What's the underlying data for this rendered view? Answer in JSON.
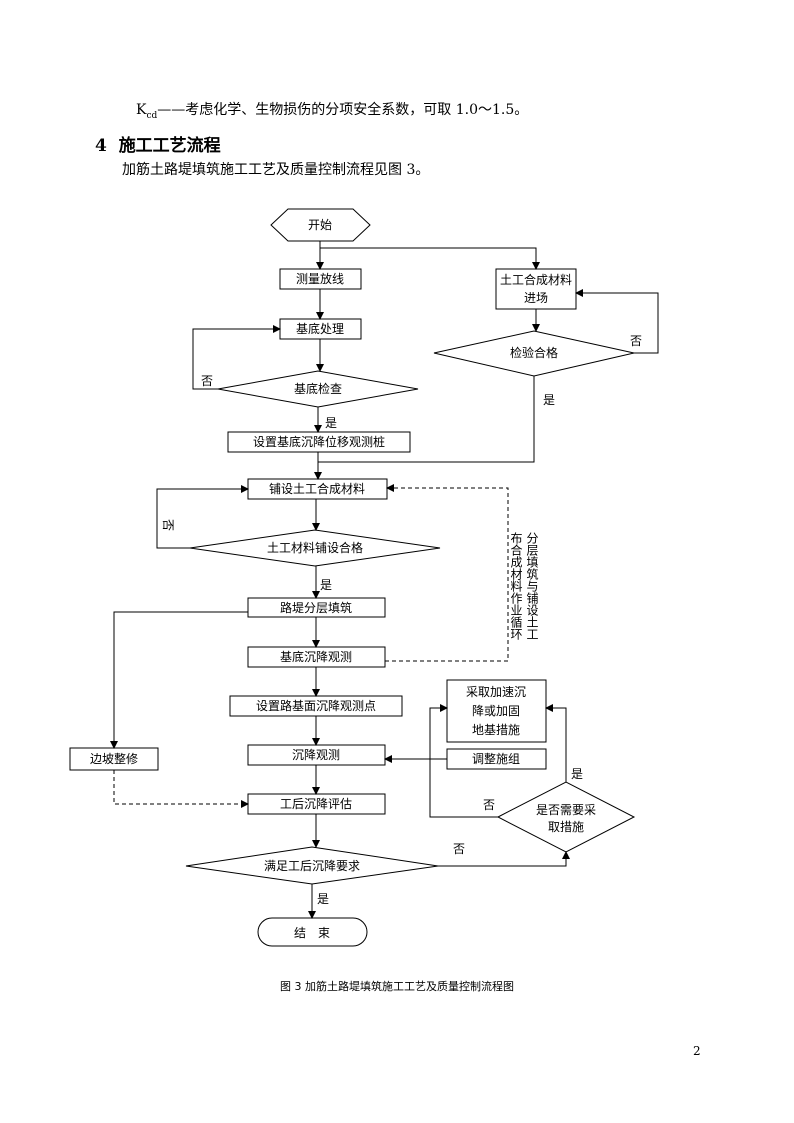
{
  "formula_line": {
    "symbol": "K",
    "subscript": "cd",
    "text": "——考虑化学、生物损伤的分项安全系数，可取 1.0～1.5。"
  },
  "section": {
    "number": "4",
    "title": "施工工艺流程"
  },
  "intro": "加筋土路堤填筑施工工艺及质量控制流程见图 3。",
  "flowchart": {
    "nodes": {
      "start": "开始",
      "survey": "测量放线",
      "base_treatment": "基底处理",
      "base_check": "基底检查",
      "settlement_piles": "设置基底沉降位移观测桩",
      "geo_arrival_1": "土工合成材料",
      "geo_arrival_2": "进场",
      "inspect_ok": "检验合格",
      "lay_geo": "铺设土工合成材料",
      "geo_lay_ok": "土工材料铺设合格",
      "layered_fill": "路堤分层填筑",
      "base_settle_obs": "基底沉降观测",
      "surface_points": "设置路基面沉降观测点",
      "settle_obs": "沉降观测",
      "post_eval": "工后沉降评估",
      "meet_req": "满足工后沉降要求",
      "end": "结　束",
      "slope_repair": "边坡整修",
      "accel_1": "采取加速沉",
      "accel_2": "降或加固",
      "accel_3": "地基措施",
      "adjust": "调整施组",
      "need_1": "是否需要采",
      "need_2": "取措施"
    },
    "labels": {
      "no": "否",
      "yes": "是"
    },
    "loop_note_col1": "分层填筑与铺设土工",
    "loop_note_col2": "布合成材料作业循环"
  },
  "caption": "图 3  加筋土路堤填筑施工工艺及质量控制流程图",
  "page_number": "2"
}
